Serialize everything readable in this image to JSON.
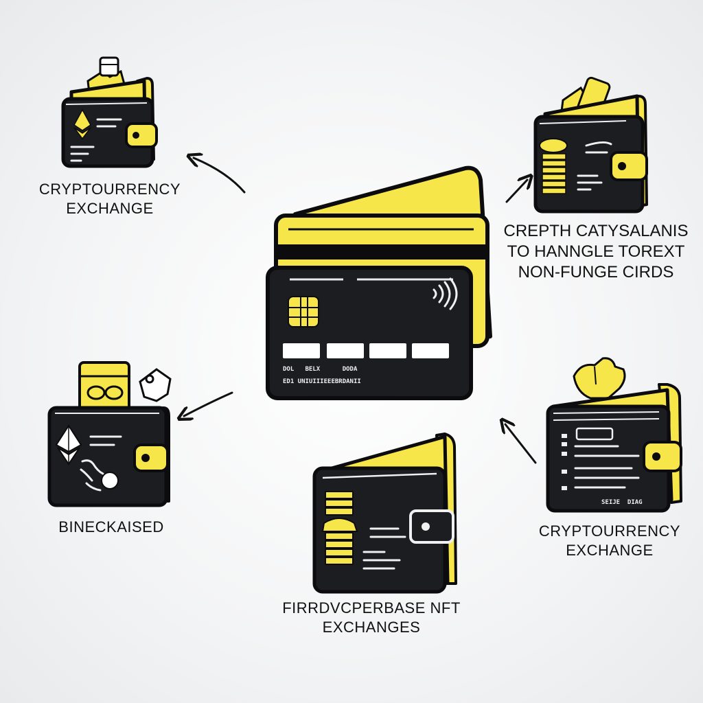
{
  "colors": {
    "yellow": "#f7e64a",
    "black": "#1c1d21",
    "outline": "#0c0c0e",
    "background": "#f3f4f5"
  },
  "center_card": {
    "number_groups": [
      "",
      "",
      "",
      ""
    ],
    "line1": "DOL   BELX      DODA",
    "line2": "ED1 UNIUIIIEEEBRDANII",
    "icons": [
      "chip-icon",
      "contactless-icon"
    ]
  },
  "labels": {
    "top_left": [
      "CRYPTOURRENCY",
      "EXCHANGE"
    ],
    "top_right": [
      "CREPTH CATYSALANIS",
      "TO HANNGLE TOREXT",
      "NON-FUNGE CIRDS"
    ],
    "middle_left": [
      "BINECKAISED"
    ],
    "bottom_right": [
      "CRYPTOURRENCY",
      "EXCHANGE"
    ],
    "bottom_center": [
      "FIRRDVCPERBASE NFT",
      "EXCHANGES"
    ]
  },
  "wallet_small_text": {
    "bottom_right": "SEIJE  DIAG"
  },
  "icons": [
    "ethereum-icon",
    "coin-stack-icon",
    "key-icon",
    "hand-icon",
    "wallet-icon",
    "arrow-icon"
  ]
}
